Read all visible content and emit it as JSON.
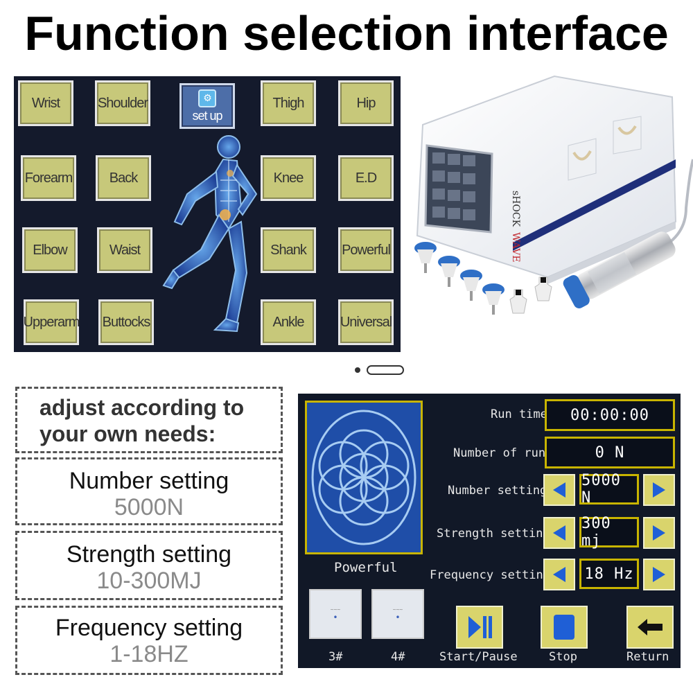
{
  "title": "Function selection interface",
  "function_screen": {
    "buttons": {
      "wrist": "Wrist",
      "shoulder": "Shoulder",
      "setup": "set up",
      "thigh": "Thigh",
      "hip": "Hip",
      "forearm": "Forearm",
      "back": "Back",
      "knee": "Knee",
      "ed": "E.D",
      "elbow": "Elbow",
      "waist": "Waist",
      "shank": "Shank",
      "powerful": "Powerful",
      "upperarm": "Upperarm",
      "buttocks": "Buttocks",
      "ankle": "Ankle",
      "universal": "Universal"
    }
  },
  "device": {
    "brand_shock": "sHOCK",
    "brand_wave": "WAVE"
  },
  "info": {
    "intro_line1": "adjust according to",
    "intro_line2": "your own needs:",
    "number_label": "Number setting",
    "number_value": "5000N",
    "strength_label": "Strength setting",
    "strength_value": "10-300MJ",
    "frequency_label": "Frequency setting",
    "frequency_value": "1-18HZ"
  },
  "param_screen": {
    "mode_name": "Powerful",
    "run_time_label": "Run time",
    "run_time_value": "00:00:00",
    "runs_label": "Number of runs",
    "runs_value": "0  N",
    "number_label": "Number setting",
    "number_value": "5000 N",
    "strength_label": "Strength setting",
    "strength_value": "300 mj",
    "frequency_label": "Frequency setting",
    "frequency_value": "18 Hz",
    "thumb3_label": "3#",
    "thumb4_label": "4#",
    "start_label": "Start/Pause",
    "stop_label": "Stop",
    "return_label": "Return"
  },
  "colors": {
    "button_fill": "#c7c87a",
    "screen_bg": "#141a2c",
    "frame_gold": "#c8b400",
    "arrow_blue": "#1f5fd6"
  }
}
